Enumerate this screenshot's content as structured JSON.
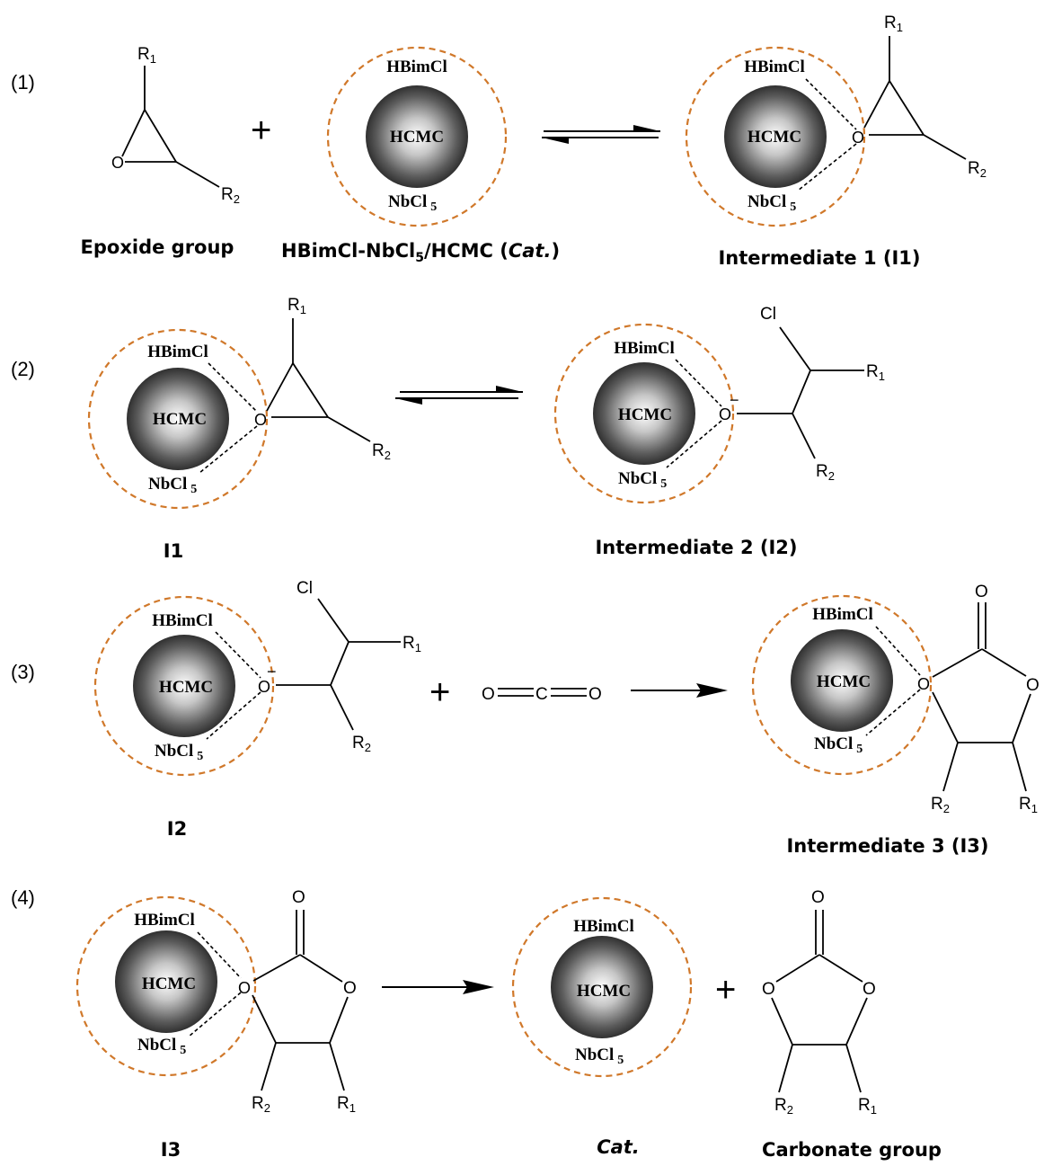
{
  "steps": {
    "s1": "(1)",
    "s2": "(2)",
    "s3": "(3)",
    "s4": "(4)"
  },
  "catalyst": {
    "top": "HBimCl",
    "core": "HCMC",
    "bottom": "NbCl",
    "bottom_sub": "5"
  },
  "atoms": {
    "o": "O",
    "c": "C",
    "cl": "Cl",
    "r": "R",
    "one": "1",
    "two": "2",
    "minus": "−",
    "plus": "+"
  },
  "labels": {
    "epoxide": "Epoxide group",
    "cat_name_a": "HBimCl-NbCl",
    "cat_name_sub": "5",
    "cat_name_b": "/HCMC (",
    "cat_name_c": "Cat.",
    "cat_name_d": ")",
    "int1": "Intermediate 1 (I1)",
    "i1": "I1",
    "int2": "Intermediate 2 (I2)",
    "i2": "I2",
    "int3": "Intermediate 3 (I3)",
    "i3": "I3",
    "cat": "Cat.",
    "carbonate": "Carbonate group"
  },
  "colors": {
    "ring": "#d0782a",
    "sphere_light": "#ffffff",
    "sphere_dark": "#000000"
  }
}
